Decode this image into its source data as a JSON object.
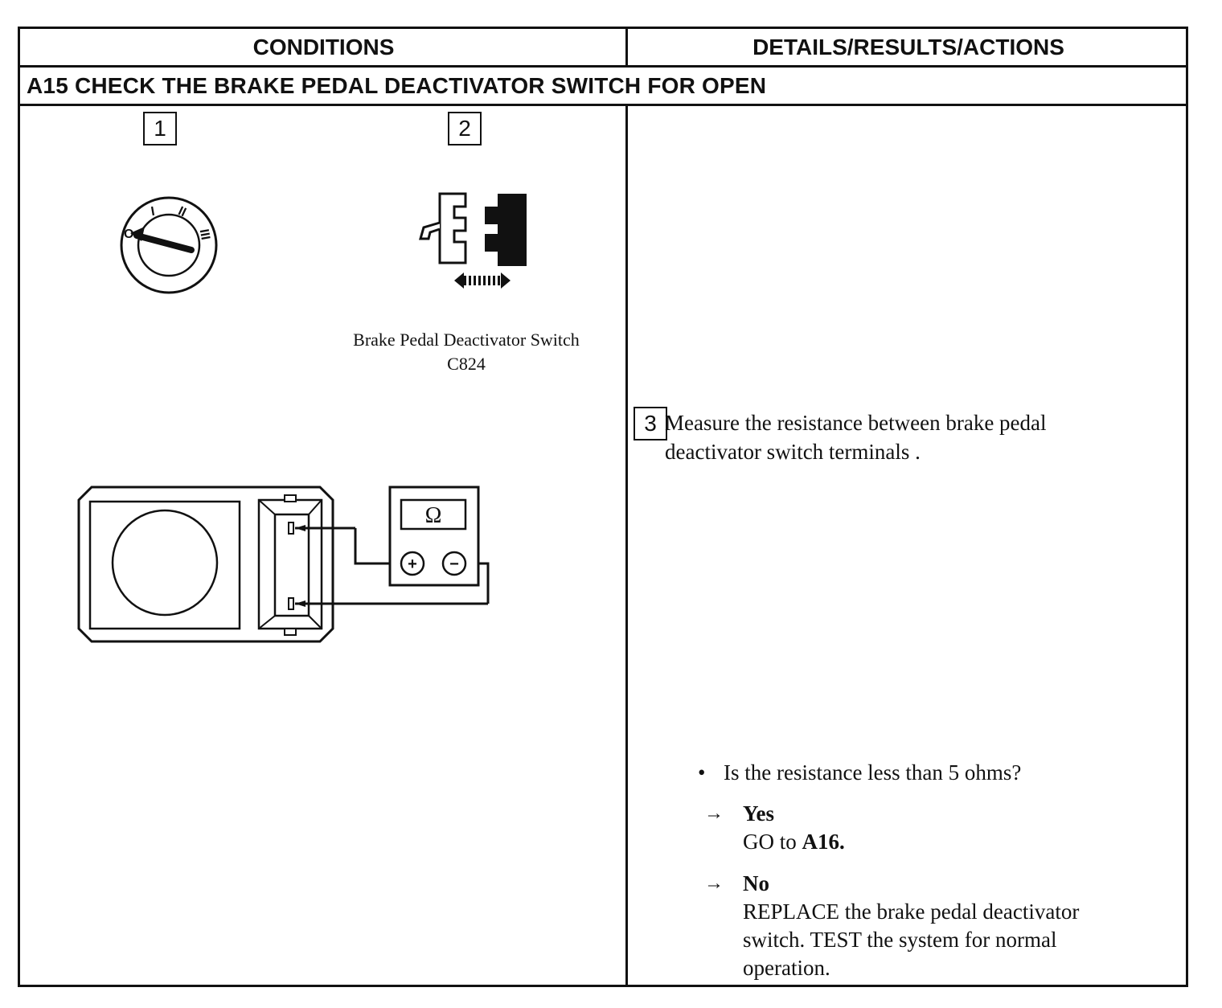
{
  "table": {
    "header_left": "CONDITIONS",
    "header_right": "DETAILS/RESULTS/ACTIONS",
    "title": "A15 CHECK THE BRAKE PEDAL DEACTIVATOR SWITCH FOR OPEN"
  },
  "steps": {
    "step1": "1",
    "step2": "2",
    "step3": "3"
  },
  "ignition": {
    "pos0": "O",
    "pos1": "I",
    "pos2": "II",
    "pos3": "III"
  },
  "switch_caption": {
    "line1": "Brake Pedal Deactivator Switch",
    "line2": "C824"
  },
  "meter": {
    "unit": "Ω",
    "plus": "+",
    "minus": "−"
  },
  "details": {
    "step3_text": "Measure the resistance between brake pedal deactivator switch terminals .",
    "bullet": "•",
    "question": "Is the resistance less than 5 ohms?",
    "yes_arrow": "→",
    "yes_label": "Yes",
    "yes_text_prefix": "GO to ",
    "yes_text_bold": "A16.",
    "no_arrow": "→",
    "no_label": "No",
    "no_text": "REPLACE the brake pedal deactivator switch. TEST the system for normal operation."
  }
}
